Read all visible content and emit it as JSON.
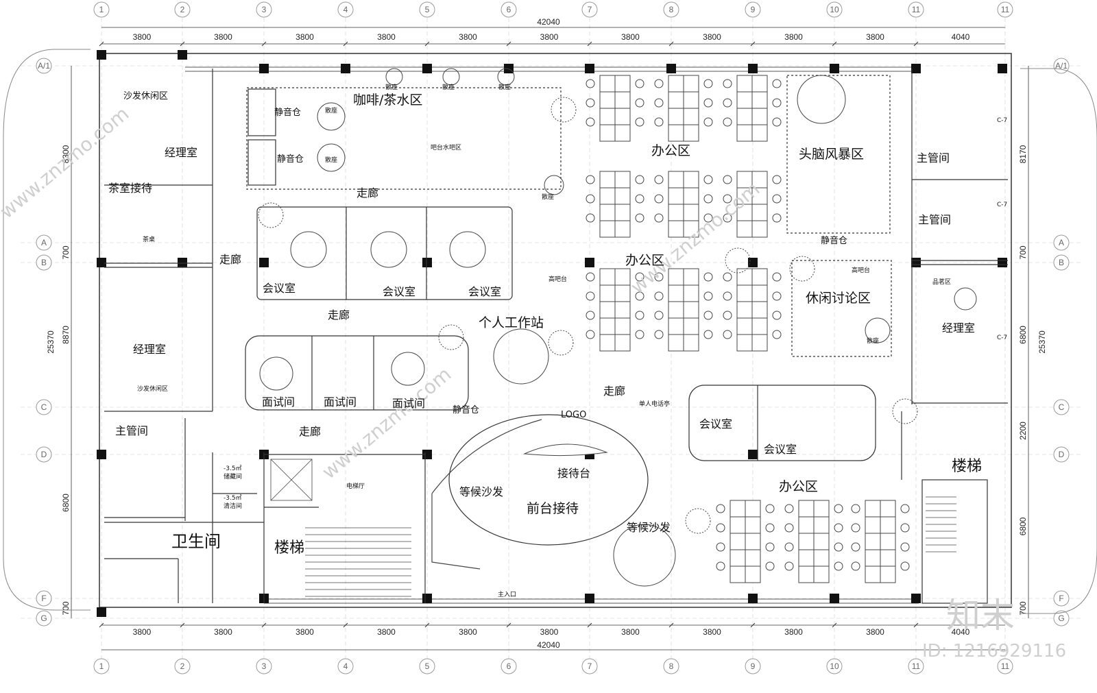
{
  "axes": {
    "columns": [
      "1",
      "2",
      "3",
      "4",
      "5",
      "6",
      "7",
      "8",
      "9",
      "10",
      "11",
      "11"
    ],
    "rows": [
      "A/1",
      "A",
      "B",
      "C",
      "D",
      "F",
      "G"
    ]
  },
  "dimensions": {
    "total": "42040",
    "bays": [
      "3800",
      "3800",
      "3800",
      "3800",
      "3800",
      "3800",
      "3800",
      "3800",
      "3800",
      "3800",
      "4040"
    ],
    "left": [
      "8300",
      "700",
      "8870",
      "6800",
      "700"
    ],
    "left_total": "25370",
    "right": [
      "8170",
      "700",
      "6800",
      "2200",
      "6800",
      "700"
    ],
    "right_total": "25370"
  },
  "rooms": {
    "sofa_lounge_top": "沙发休闲区",
    "manager_room_top": "经理室",
    "tea_reception": "茶室接待",
    "tea_table": "茶桌",
    "corridor": "走廊",
    "manager_room_mid": "经理室",
    "sofa_lounge_mid": "沙发休闲区",
    "supervisor_left": "主管间",
    "storage_area": "-3.5㎡",
    "storage": "储藏间",
    "cleaning_area": "-3.5㎡",
    "cleaning": "清洁间",
    "restroom": "卫生间",
    "stairs_left": "楼梯",
    "elevator_hall": "电梯厅",
    "coffee_area": "咖啡/茶水区",
    "silent_pod_1": "静音仓",
    "silent_pod_2": "静音仓",
    "seat_1": "散座",
    "seat_2": "散座",
    "seat_3": "散座",
    "seat_4": "散座",
    "seat_5": "散座",
    "seat_6": "散座",
    "bar_area_small": "吧台水吧区",
    "corridor_top": "走廊",
    "meeting_1": "会议室",
    "meeting_2": "会议室",
    "meeting_3": "会议室",
    "corridor_mid": "走廊",
    "interview_1": "面试间",
    "interview_2": "面试间",
    "interview_3": "面试间",
    "silent_pod_3": "静音仓",
    "workstation": "个人工作站",
    "high_bar": "高吧台",
    "corridor_low": "走廊",
    "logo": "LOGO",
    "reception_desk": "接待台",
    "front_desk": "前台接待",
    "waiting_sofa_1": "等候沙发",
    "waiting_sofa_2": "等候沙发",
    "main_entrance": "主入口",
    "office_1": "办公区",
    "office_2": "办公区",
    "office_3": "办公区",
    "corridor_center": "走廊",
    "brainstorm": "头脑风暴区",
    "silent_pod_4": "静音仓",
    "high_bar_2": "高吧台",
    "casual_discussion": "休闲讨论区",
    "seat_7": "散座",
    "phone_booth": "单人电话亭",
    "meeting_4": "会议室",
    "meeting_5": "会议室",
    "supervisor_r1": "主管间",
    "supervisor_r2": "主管间",
    "tea_tasting": "品茗区",
    "manager_room_right": "经理室",
    "stairs_right": "楼梯",
    "c7_1": "C-7",
    "c7_2": "C-7",
    "c7_3": "C-7"
  },
  "watermark": {
    "brand": "知末",
    "id": "ID: 1216929116",
    "site": "www.znzmo.com"
  }
}
